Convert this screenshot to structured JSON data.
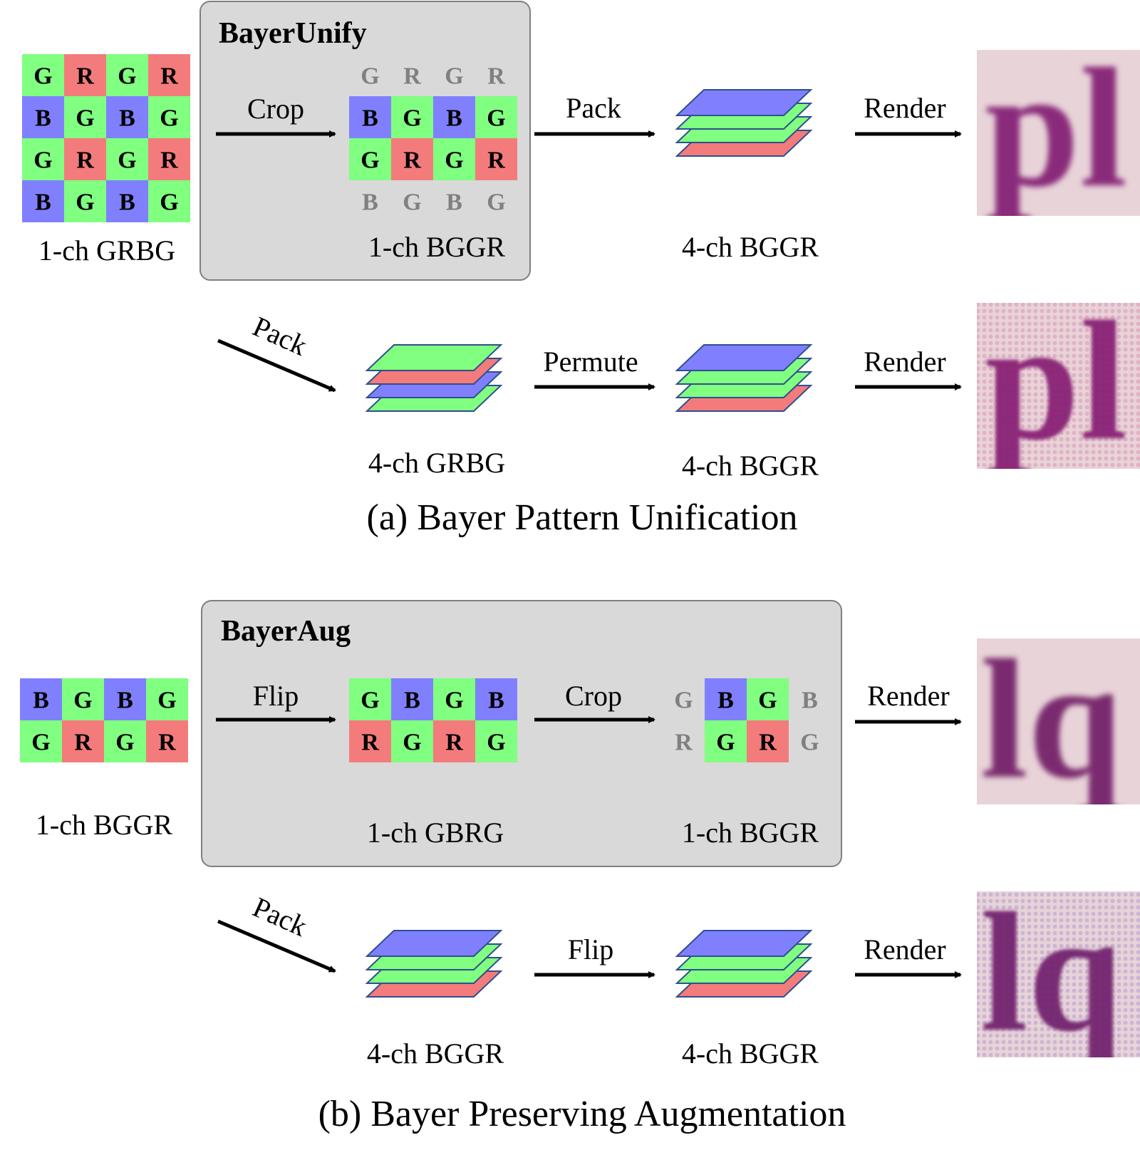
{
  "colors": {
    "G": "#80ff80",
    "R": "#f47b7b",
    "B": "#8080ff",
    "box_fill": "#d9d9d9",
    "box_stroke": "#7f7f7f",
    "ghost_text": "#808080",
    "layer_stroke": "#2f4f8f"
  },
  "section_a": {
    "caption": "(a) Bayer Pattern Unification",
    "box_title": "BayerUnify",
    "input_grid": [
      [
        "G",
        "R",
        "G",
        "R"
      ],
      [
        "B",
        "G",
        "B",
        "G"
      ],
      [
        "G",
        "R",
        "G",
        "R"
      ],
      [
        "B",
        "G",
        "B",
        "G"
      ]
    ],
    "input_label": "1-ch GRBG",
    "crop_label": "Crop",
    "crop_ghost_top": [
      "G",
      "R",
      "G",
      "R"
    ],
    "crop_grid": [
      [
        "B",
        "G",
        "B",
        "G"
      ],
      [
        "G",
        "R",
        "G",
        "R"
      ]
    ],
    "crop_ghost_bottom": [
      "B",
      "G",
      "B",
      "G"
    ],
    "crop_result_label": "1-ch BGGR",
    "pack_label": "Pack",
    "stack1_layers": [
      "B",
      "G",
      "G",
      "R"
    ],
    "stack1_label": "4-ch BGGR",
    "render1_label": "Render",
    "render1_text": "pl",
    "pack2_label": "Pack",
    "stack2_layers": [
      "G",
      "R",
      "B",
      "G"
    ],
    "stack2_label": "4-ch GRBG",
    "permute_label": "Permute",
    "stack3_layers": [
      "B",
      "G",
      "G",
      "R"
    ],
    "stack3_label": "4-ch BGGR",
    "render2_label": "Render",
    "render2_text": "pl"
  },
  "section_b": {
    "caption": "(b) Bayer Preserving Augmentation",
    "box_title": "BayerAug",
    "input_grid": [
      [
        "B",
        "G",
        "B",
        "G"
      ],
      [
        "G",
        "R",
        "G",
        "R"
      ]
    ],
    "input_label": "1-ch BGGR",
    "flip_label": "Flip",
    "flip_grid": [
      [
        "G",
        "B",
        "G",
        "B"
      ],
      [
        "R",
        "G",
        "R",
        "G"
      ]
    ],
    "flip_result_label": "1-ch GBRG",
    "crop_label": "Crop",
    "crop_ghost_left": [
      "G",
      "R"
    ],
    "crop_grid": [
      [
        "B",
        "G"
      ],
      [
        "G",
        "R"
      ]
    ],
    "crop_ghost_right": [
      "B",
      "G"
    ],
    "crop_result_label": "1-ch BGGR",
    "render1_label": "Render",
    "render1_text": "lq",
    "pack_label": "Pack",
    "stack1_layers": [
      "B",
      "G",
      "G",
      "R"
    ],
    "stack1_label": "4-ch BGGR",
    "flip2_label": "Flip",
    "stack2_layers": [
      "B",
      "G",
      "G",
      "R"
    ],
    "stack2_label": "4-ch BGGR",
    "render2_label": "Render",
    "render2_text": "lq"
  }
}
